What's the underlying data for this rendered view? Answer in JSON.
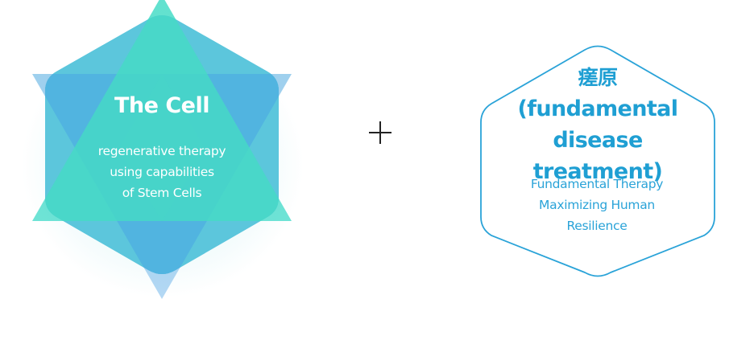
{
  "left_hexagon": {
    "title": "The Cell",
    "subtitle_lines": [
      "regenerative therapy",
      "using capabilities",
      "of Stem Cells"
    ]
  },
  "operator": "+",
  "right_hexagon": {
    "title_lines": [
      "瘥原",
      "(fundamental",
      "disease treatment)"
    ],
    "subtitle_lines": [
      "Fundamental Therapy",
      "Maximizing Human",
      "Resilience"
    ]
  },
  "colors": {
    "teal": "#46d9c3",
    "blue": "#4fb2e0",
    "outline": "#2aa3d8"
  }
}
